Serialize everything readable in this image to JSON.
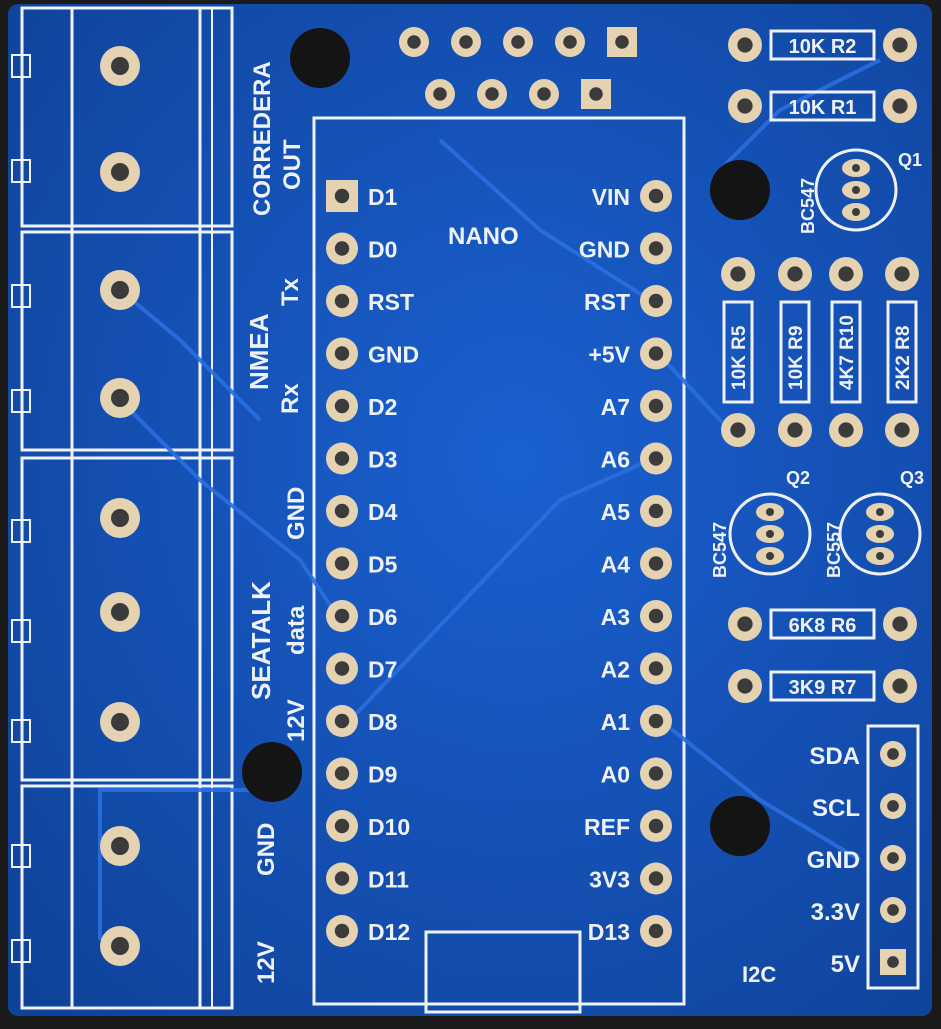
{
  "colors": {
    "board": "#1550b8",
    "board_dark": "#0f3f96",
    "silk": "#eef2f8",
    "pad": "#e4d2b0",
    "hole": "#141414"
  },
  "terminals": {
    "corredera": {
      "line1": "CORREDERA",
      "line2": "OUT"
    },
    "nmea": {
      "title": "NMEA",
      "tx": "Tx",
      "rx": "Rx"
    },
    "seatalk": {
      "title": "SEATALK",
      "gnd": "GND",
      "data": "data",
      "v12": "12V"
    },
    "power": {
      "gnd": "GND",
      "v12": "12V"
    }
  },
  "nano": {
    "title": "NANO",
    "left_pins": [
      "D1",
      "D0",
      "RST",
      "GND",
      "D2",
      "D3",
      "D4",
      "D5",
      "D6",
      "D7",
      "D8",
      "D9",
      "D10",
      "D11",
      "D12"
    ],
    "right_pins": [
      "VIN",
      "GND",
      "RST",
      "+5V",
      "A7",
      "A6",
      "A5",
      "A4",
      "A3",
      "A2",
      "A1",
      "A0",
      "REF",
      "3V3",
      "D13"
    ]
  },
  "resistors": {
    "r2": "10K R2",
    "r1": "10K R1",
    "r5": "10K R5",
    "r9": "10K R9",
    "r10": "4K7 R10",
    "r8": "2K2 R8",
    "r6": "6K8 R6",
    "r7": "3K9 R7"
  },
  "transistors": {
    "q1": {
      "label": "Q1",
      "part": "BC547"
    },
    "q2": {
      "label": "Q2",
      "part": "BC547"
    },
    "q3": {
      "label": "Q3",
      "part": "BC557"
    }
  },
  "i2c": {
    "title": "I2C",
    "pins": [
      "SDA",
      "SCL",
      "GND",
      "3.3V",
      "5V"
    ]
  }
}
